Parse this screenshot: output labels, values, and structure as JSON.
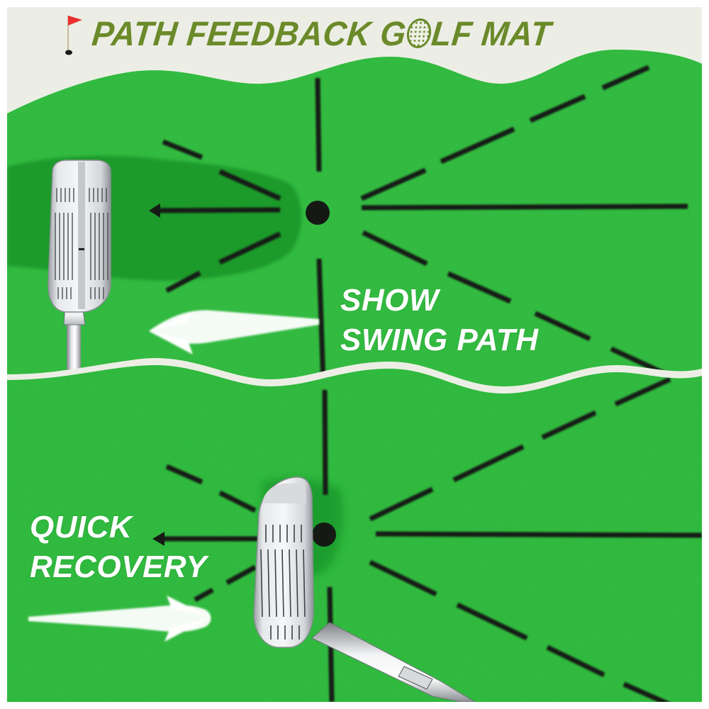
{
  "header": {
    "title_part1": "PATH FEEDBACK G",
    "title_part2": "LF MAT",
    "title_full": "PATH FEEDBACK GOLF MAT",
    "flag_icon": "golf-flag-icon",
    "ball_icon": "golf-ball-icon"
  },
  "panels": [
    {
      "id": "top",
      "caption_line1": "SHOW",
      "caption_line2": "SWING PATH",
      "streak_direction": "left",
      "club_view": "face-on-front"
    },
    {
      "id": "bottom",
      "caption_line1": "QUICK",
      "caption_line2": "RECOVERY",
      "streak_direction": "right",
      "club_view": "face-angled"
    }
  ],
  "colors": {
    "banner": "#eceee5",
    "title": "#6b8a2a",
    "mat_green": "#2fbf3c",
    "mat_dark": "#1e9a2c",
    "line_black": "#1a1a1a",
    "caption_white": "#ffffff",
    "flag_red": "#e8312f"
  }
}
